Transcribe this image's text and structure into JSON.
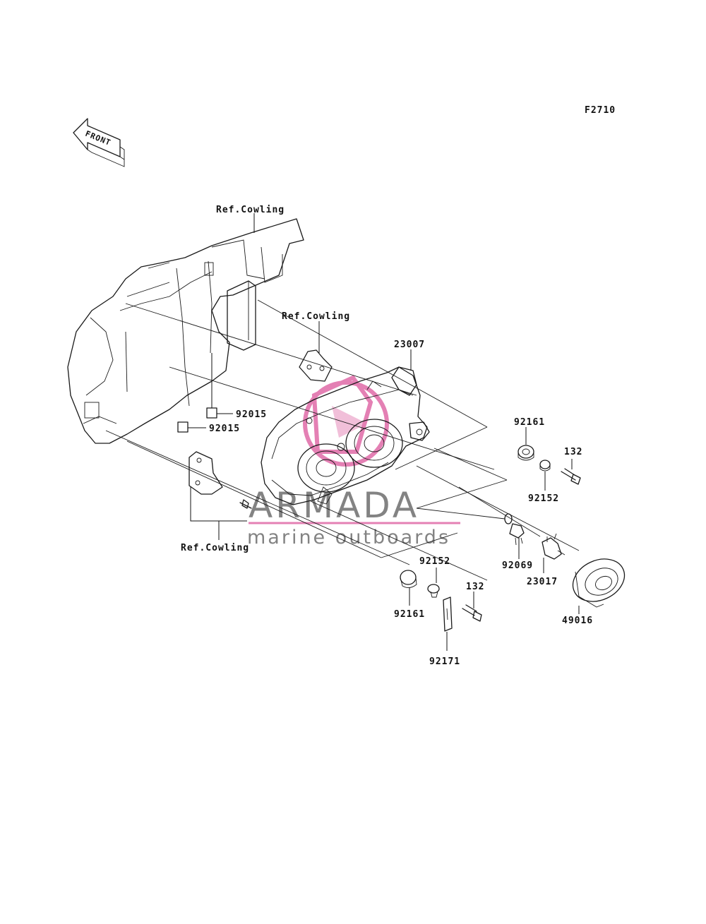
{
  "diagram_code": "F2710",
  "front_arrow_label": "FRONT",
  "labels": {
    "ref_cowling_top": "Ref.Cowling",
    "ref_cowling_mid": "Ref.Cowling",
    "ref_cowling_bottom": "Ref.Cowling",
    "p23007": "23007",
    "p92015_a": "92015",
    "p92015_b": "92015",
    "p92161_a": "92161",
    "p132_a": "132",
    "p92152_a": "92152",
    "p92069": "92069",
    "p23017": "23017",
    "p92152_b": "92152",
    "p132_b": "132",
    "p92161_b": "92161",
    "p92171": "92171",
    "p49016": "49016"
  },
  "watermark": {
    "title": "ARMADA",
    "subtitle": "marine outboards",
    "title_color": "#6e6e6e",
    "accent_color": "#e06aa8"
  }
}
